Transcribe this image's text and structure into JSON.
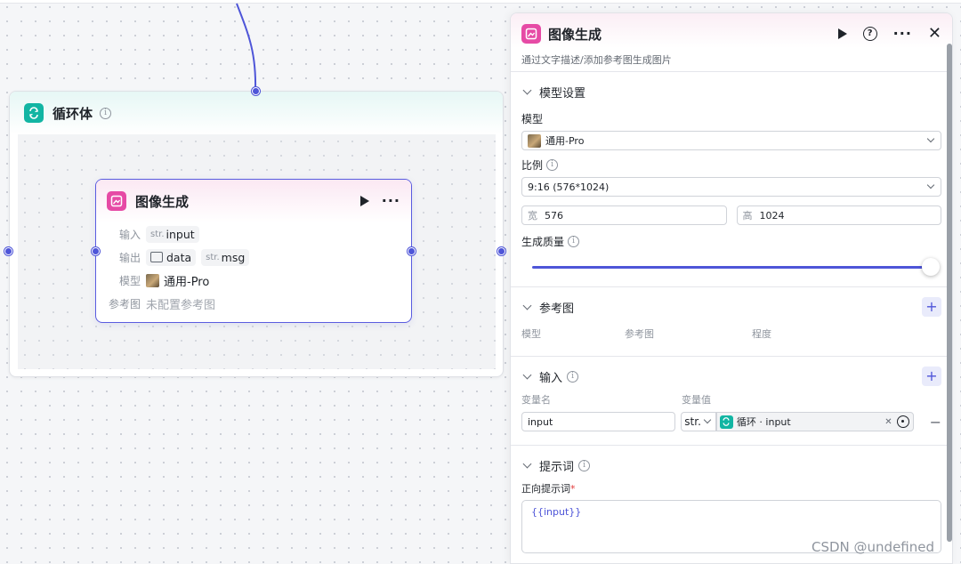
{
  "canvas": {
    "loop_node": {
      "title": "循环体",
      "icon": "loop-icon"
    },
    "image_node": {
      "title": "图像生成",
      "icon": "image-gen-icon",
      "rows": {
        "input_label": "输入",
        "input_type": "str.",
        "input_value": "input",
        "output_label": "输出",
        "output_1": "data",
        "output_2_type": "str.",
        "output_2": "msg",
        "model_label": "模型",
        "model_value": "通用-Pro",
        "ref_label": "参考图",
        "ref_value": "未配置参考图"
      }
    }
  },
  "panel": {
    "title": "图像生成",
    "description": "通过文字描述/添加参考图生成图片",
    "model_section": {
      "title": "模型设置",
      "model_label": "模型",
      "model_value": "通用-Pro",
      "ratio_label": "比例",
      "ratio_value": "9:16 (576*1024)",
      "width_prefix": "宽",
      "width_value": "576",
      "height_prefix": "高",
      "height_value": "1024",
      "quality_label": "生成质量",
      "quality_level": 1.0
    },
    "ref_section": {
      "title": "参考图",
      "col_model": "模型",
      "col_ref": "参考图",
      "col_degree": "程度"
    },
    "input_section": {
      "title": "输入",
      "col_name": "变量名",
      "col_value": "变量值",
      "var_name": "input",
      "var_type": "str.",
      "ref_text": "循环 · input"
    },
    "prompt_section": {
      "title": "提示词",
      "positive_label": "正向提示词",
      "required_mark": "*",
      "positive_value": "{{input}}"
    }
  },
  "watermark": "CSDN @undefined",
  "colors": {
    "accent": "#4e55d8",
    "loop_icon": "#12b5a3",
    "image_icon": "#e64aa5"
  }
}
